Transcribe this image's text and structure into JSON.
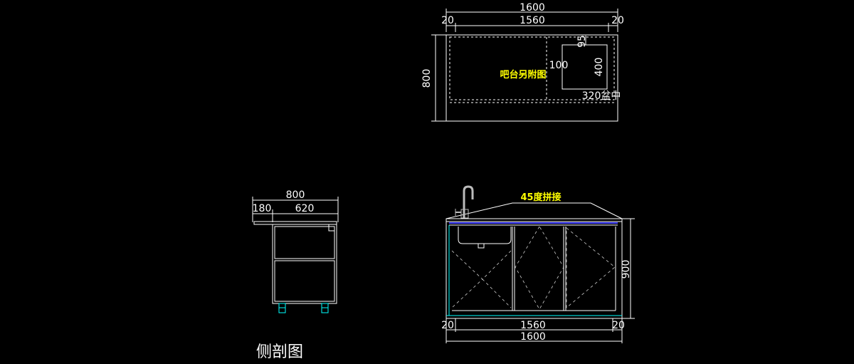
{
  "plan_view": {
    "total_width": "1600",
    "left_margin": "20",
    "inner_width": "1560",
    "right_margin": "20",
    "depth": "800",
    "sink_offset": "95",
    "sink_gap": "100",
    "sink_depth": "400",
    "sink_note": "320盆中",
    "center_note": "吧台另附图"
  },
  "side_section": {
    "total_width": "800",
    "left_part": "180",
    "right_part": "620",
    "caption": "侧剖图"
  },
  "front_view": {
    "joint_note": "45度拼接",
    "height": "900",
    "left_margin": "20",
    "inner_width": "1560",
    "right_margin": "20",
    "total_width": "1600"
  },
  "colors": {
    "background": "#000000",
    "lines": "#ffffff",
    "annotation": "#ffff00",
    "legs": "#00ffff",
    "countertop_edge": "#4040ff"
  }
}
